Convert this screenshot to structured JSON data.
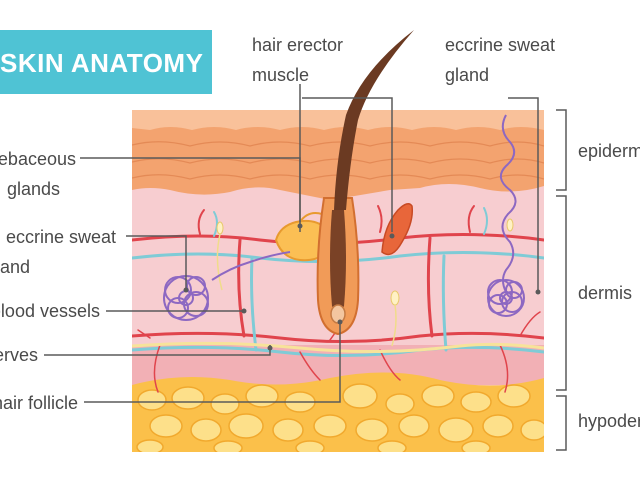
{
  "title": "SKIN ANATOMY",
  "labels": {
    "hair_erector_line1": "hair erector",
    "hair_erector_line2": "muscle",
    "eccrine_top_line1": "eccrine sweat",
    "eccrine_top_line2": "gland",
    "sebaceous_line1": "sebaceous",
    "sebaceous_line2": "glands",
    "eccrine_left_line1": "eccrine sweat",
    "eccrine_left_line2": "gland",
    "blood_vessels": "blood vessels",
    "nerves": "nerves",
    "hair_follicle": "hair follicle"
  },
  "layers": {
    "epidermis": "epidermis",
    "dermis": "dermis",
    "hypodermis": "hypodermis"
  },
  "colors": {
    "title_bg": "#4fc3d4",
    "epidermis": "#f3a36f",
    "dermis": "#f7cdd0",
    "hypodermis": "#fbc04a",
    "blood_vessel": "#e0444c",
    "nerve_lymph": "#7fcbd6",
    "sweat_gland": "#8d68c2",
    "hair": "#6b3a22",
    "leader_line": "#5a5a5a"
  }
}
